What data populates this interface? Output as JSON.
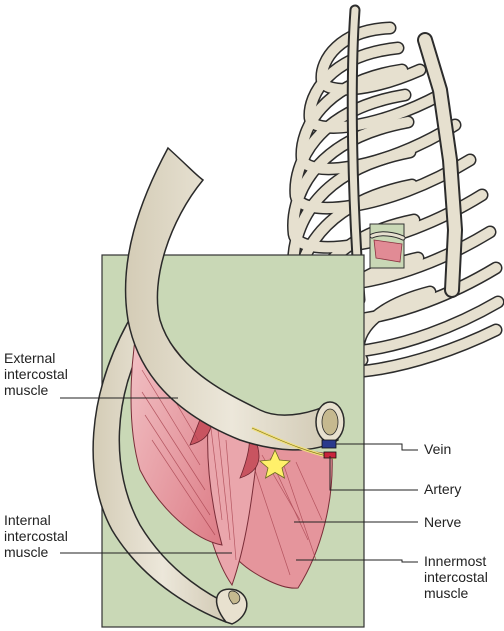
{
  "labels": {
    "external": "External\nintercostal\nmuscle",
    "internal": "Internal\nintercostal\nmuscle",
    "vein": "Vein",
    "artery": "Artery",
    "nerve": "Nerve",
    "innermost": "Innermost\nintercostal\nmuscle"
  },
  "colors": {
    "inset_background": "#c9d8b6",
    "bone": "#e5dfcf",
    "muscle": "#e79aa0",
    "muscle_dark": "#c9535f",
    "vein": "#2a3a8c",
    "artery": "#c8243c",
    "nerve": "#f0e07a",
    "star": "#fff06a"
  },
  "icons": {
    "marker": "star-icon",
    "skeleton": "rib-cage-illustration"
  }
}
